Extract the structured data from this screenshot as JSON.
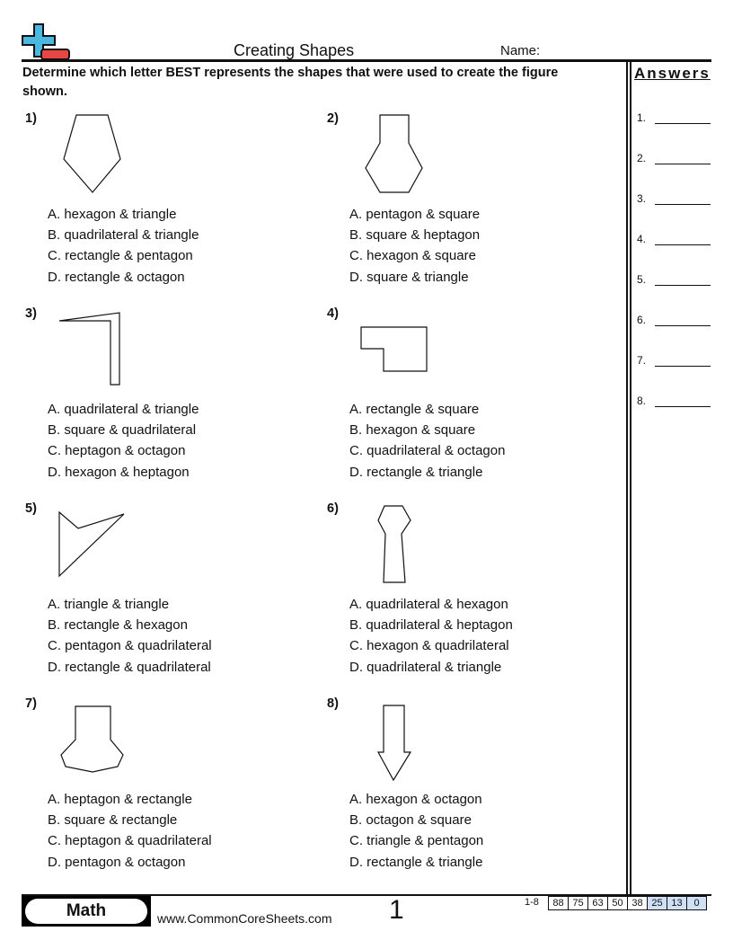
{
  "header": {
    "title": "Creating Shapes",
    "name_label": "Name:"
  },
  "instructions": "Determine which letter BEST represents the shapes that were used to create the figure shown.",
  "questions": [
    {
      "number": "1)",
      "options": [
        "A. hexagon & triangle",
        "B. quadrilateral & triangle",
        "C. rectangle & pentagon",
        "D. rectangle & octagon"
      ]
    },
    {
      "number": "2)",
      "options": [
        "A. pentagon & square",
        "B. square & heptagon",
        "C. hexagon & square",
        "D. square & triangle"
      ]
    },
    {
      "number": "3)",
      "options": [
        "A. quadrilateral & triangle",
        "B. square & quadrilateral",
        "C. heptagon & octagon",
        "D. hexagon & heptagon"
      ]
    },
    {
      "number": "4)",
      "options": [
        "A. rectangle & square",
        "B. hexagon & square",
        "C. quadrilateral & octagon",
        "D. rectangle & triangle"
      ]
    },
    {
      "number": "5)",
      "options": [
        "A. triangle & triangle",
        "B. rectangle & hexagon",
        "C. pentagon & quadrilateral",
        "D. rectangle & quadrilateral"
      ]
    },
    {
      "number": "6)",
      "options": [
        "A. quadrilateral & hexagon",
        "B. quadrilateral & heptagon",
        "C. hexagon & quadrilateral",
        "D. quadrilateral & triangle"
      ]
    },
    {
      "number": "7)",
      "options": [
        "A. heptagon & rectangle",
        "B. square & rectangle",
        "C. heptagon & quadrilateral",
        "D. pentagon & octagon"
      ]
    },
    {
      "number": "8)",
      "options": [
        "A. hexagon & octagon",
        "B. octagon & square",
        "C. triangle & pentagon",
        "D. rectangle & triangle"
      ]
    }
  ],
  "answers": {
    "title": "Answers",
    "items": [
      "1.",
      "2.",
      "3.",
      "4.",
      "5.",
      "6.",
      "7.",
      "8."
    ]
  },
  "footer": {
    "subject": "Math",
    "website": "www.CommonCoreSheets.com",
    "page": "1",
    "range": "1-8",
    "scores": [
      "88",
      "75",
      "63",
      "50",
      "38",
      "25",
      "13",
      "0"
    ]
  },
  "colors": {
    "logo_blue": "#4ab8e0",
    "logo_red": "#e84545",
    "score_highlight": "#cfe0f7"
  }
}
